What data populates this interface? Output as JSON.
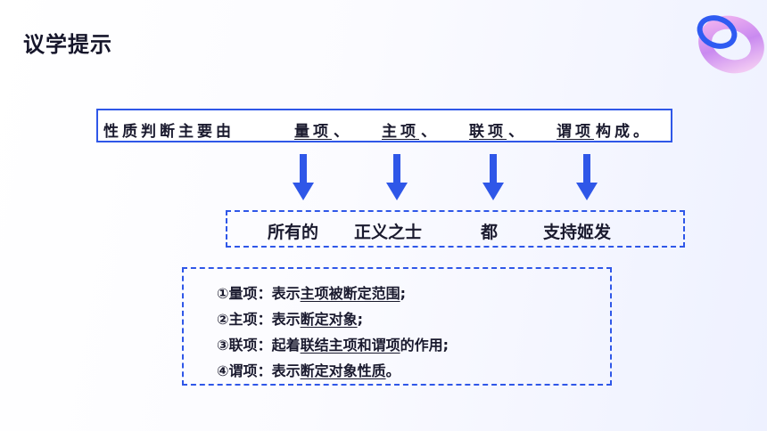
{
  "title": "议学提示",
  "sentence": {
    "prefix": "性质判断主要由",
    "parts": [
      "量项",
      "、",
      "主项",
      "、",
      "联项",
      "、",
      "谓项",
      "构成。"
    ]
  },
  "example": [
    "所有的",
    "正义之士",
    "都",
    "支持姬发"
  ],
  "definitions": [
    {
      "num": "①",
      "name": "量项",
      "sep": "：",
      "pre": "表示",
      "term": "主项被断定范围",
      "post": ";"
    },
    {
      "num": "②",
      "name": "主项",
      "sep": "：",
      "pre": "表示",
      "term": "断定对象",
      "post": ";"
    },
    {
      "num": "③",
      "name": "联项",
      "sep": "：",
      "pre": "起着",
      "term": "联结主项和谓项",
      "post": "的作用;"
    },
    {
      "num": "④",
      "name": "谓项",
      "sep": "：",
      "pre": "表示",
      "term": "断定对象性质",
      "post": "。"
    }
  ],
  "colors": {
    "accent": "#2f57e8",
    "arrow": "#2f57e8"
  },
  "icons": [
    "ring-icon",
    "arrow-down-icon"
  ]
}
